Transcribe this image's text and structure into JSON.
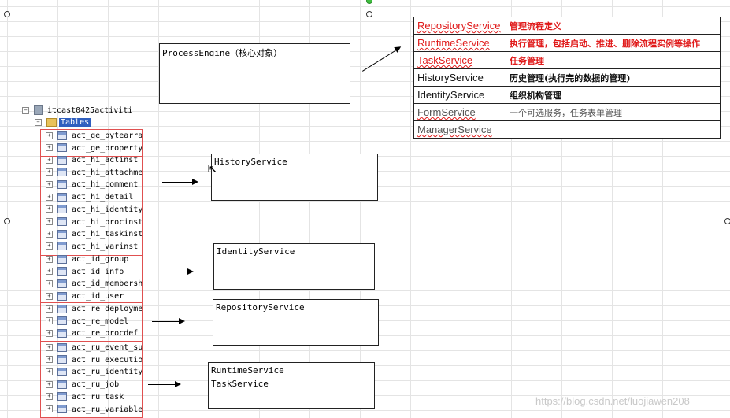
{
  "diagram": {
    "process_engine": "ProcessEngine（核心对象）",
    "history_box": "HistoryService",
    "identity_box": "IdentityService",
    "repository_box": "RepositoryService",
    "runtime_box_line1": "RuntimeService",
    "runtime_box_line2": "TaskService"
  },
  "tree": {
    "root_label": "itcast0425activiti",
    "tables_label": "Tables",
    "groups": [
      {
        "items": [
          "act_ge_bytearray",
          "act_ge_property"
        ]
      },
      {
        "items": [
          "act_hi_actinst",
          "act_hi_attachment",
          "act_hi_comment",
          "act_hi_detail",
          "act_hi_identitylink",
          "act_hi_procinst",
          "act_hi_taskinst",
          "act_hi_varinst"
        ]
      },
      {
        "items": [
          "act_id_group",
          "act_id_info",
          "act_id_membership",
          "act_id_user"
        ]
      },
      {
        "items": [
          "act_re_deployment",
          "act_re_model",
          "act_re_procdef"
        ]
      },
      {
        "items": [
          "act_ru_event_subscr",
          "act_ru_execution",
          "act_ru_identitylink",
          "act_ru_job",
          "act_ru_task",
          "act_ru_variable"
        ]
      }
    ]
  },
  "services_table": [
    {
      "name": "RepositoryService",
      "desc": "管理流程定义"
    },
    {
      "name": "RuntimeService",
      "desc": "执行管理，包括启动、推进、删除流程实例等操作"
    },
    {
      "name": "TaskService",
      "desc": "任务管理"
    },
    {
      "name": "HistoryService",
      "desc": "历史管理(执行完的数据的管理)"
    },
    {
      "name": "IdentityService",
      "desc": "组织机构管理"
    },
    {
      "name": "FormService",
      "desc": "一个可选服务，任务表单管理"
    },
    {
      "name": "ManagerService",
      "desc": ""
    }
  ],
  "watermark": "https://blog.csdn.net/luojiawen208",
  "colors": {
    "highlight_red": "#e01a1a",
    "group_border": "#e05050",
    "selection_blue": "#2f5fbf"
  }
}
